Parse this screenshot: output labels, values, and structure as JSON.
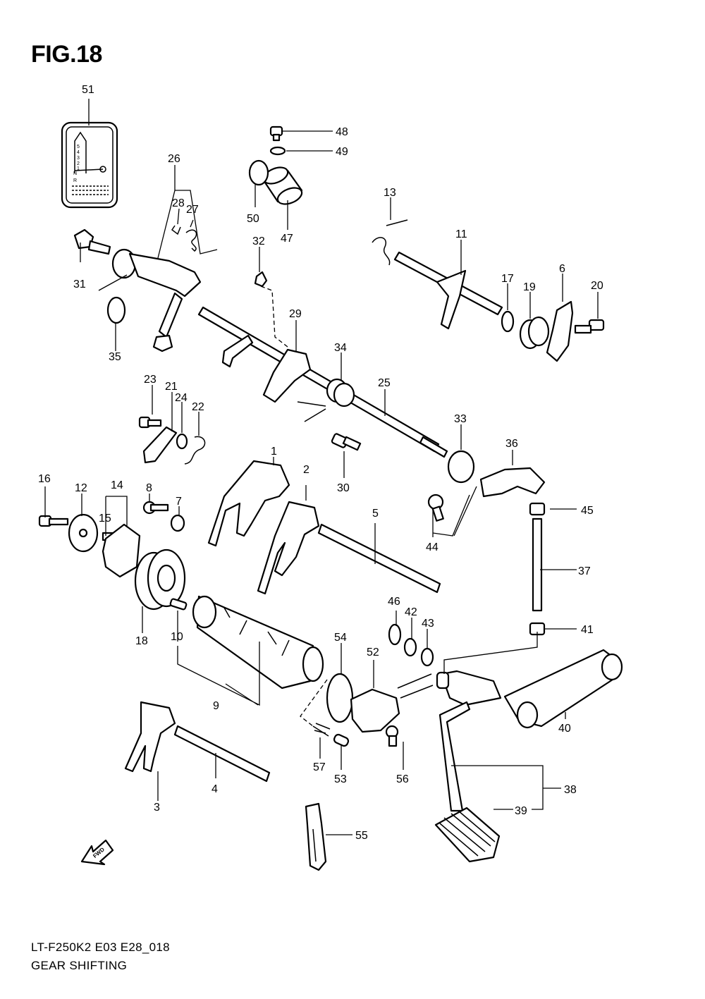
{
  "figure": {
    "title": "FIG.18",
    "code": "LT-F250K2 E03 E28_018",
    "name": "GEAR SHIFTING",
    "fwd_label": "FWD"
  },
  "callouts": [
    "1",
    "2",
    "3",
    "4",
    "5",
    "6",
    "7",
    "8",
    "9",
    "10",
    "11",
    "12",
    "13",
    "14",
    "15",
    "16",
    "17",
    "18",
    "19",
    "20",
    "21",
    "22",
    "23",
    "24",
    "25",
    "26",
    "27",
    "28",
    "29",
    "30",
    "31",
    "32",
    "33",
    "34",
    "35",
    "36",
    "37",
    "38",
    "39",
    "40",
    "41",
    "42",
    "43",
    "44",
    "45",
    "46",
    "47",
    "48",
    "49",
    "50",
    "51",
    "52",
    "53",
    "54",
    "55",
    "56",
    "57"
  ],
  "label_plate": {
    "gears": [
      "5",
      "4",
      "3",
      "2",
      "1",
      "N",
      "R"
    ]
  }
}
